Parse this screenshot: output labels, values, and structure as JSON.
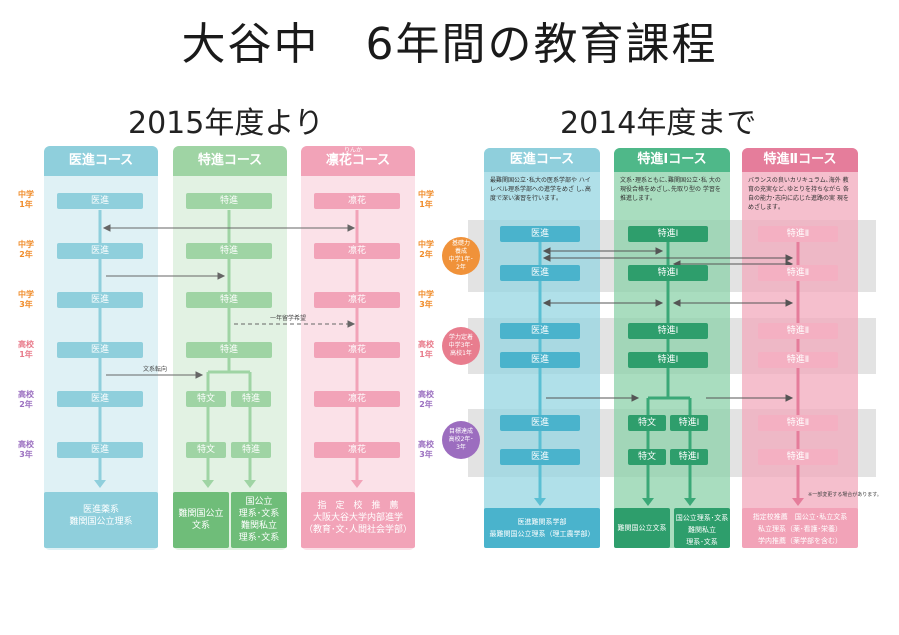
{
  "main_title": "大谷中　6年間の教育課程",
  "left": {
    "title": "2015年度より",
    "cols": [
      {
        "head": "医進コース",
        "color": "#8fcfdc",
        "dark": "#6bbcd0",
        "boxes": [
          "医進",
          "医進",
          "医進",
          "医進",
          "医進",
          "医進"
        ],
        "foot": [
          "医進薬系",
          "難関国公立理系"
        ]
      },
      {
        "head": "特進コース",
        "color": "#9fd4a4",
        "dark": "#6fbd79",
        "boxes": [
          "特進",
          "特進",
          "特進",
          "特進"
        ],
        "split": [
          [
            "特文",
            "特進"
          ],
          [
            "特文",
            "特進"
          ]
        ],
        "foot1": [
          "難関国公立",
          "文系"
        ],
        "foot2": [
          "国公立",
          "理系･文系",
          "難関私立",
          "理系･文系"
        ]
      },
      {
        "head": "凛花コース",
        "color": "#f2a3b8",
        "dark": "#e57d9b",
        "ruby": "りんか",
        "boxes": [
          "凛花",
          "凛花",
          "凛花",
          "凛花",
          "凛花",
          "凛花"
        ],
        "foot": [
          "指　定　校　推　薦",
          "大阪大谷大学内部進学",
          "（教育･文･人間社会学部）"
        ]
      }
    ],
    "rows": [
      [
        "中学",
        "1年"
      ],
      [
        "中学",
        "2年"
      ],
      [
        "中学",
        "3年"
      ],
      [
        "高校",
        "1年"
      ],
      [
        "高校",
        "2年"
      ],
      [
        "高校",
        "3年"
      ]
    ],
    "row_colors": [
      "#f08c2a",
      "#f08c2a",
      "#f08c2a",
      "#e87a8a",
      "#9b6fc0",
      "#9b6fc0"
    ],
    "note_move": "一年留学希望",
    "note_switch": "文系転向"
  },
  "right": {
    "title": "2014年度まで",
    "cols": [
      {
        "head": "医進コース",
        "desc": "最難関国公立･私大の医系学部や ハイレベル理系学部への進学をめざ し､高度で深い演習を行います｡",
        "boxes": [
          "医進",
          "医進",
          "医進",
          "医進",
          "医進",
          "医進"
        ],
        "foot": [
          "医進難関系学部",
          "最難関国公立理系（理工農学部）"
        ]
      },
      {
        "head": "特進Ⅰコース",
        "desc": "文系･理系ともに､難関国公立･私 大の現役合格をめざし､先取り型の 学習を推進します｡",
        "boxes": [
          "特進Ⅰ",
          "特進Ⅰ",
          "特進Ⅰ",
          "特進Ⅰ"
        ],
        "split": [
          [
            "特文",
            "特進Ⅰ"
          ],
          [
            "特文",
            "特進Ⅰ"
          ]
        ],
        "foot1": [
          "難関国公立文系"
        ],
        "foot2": [
          "国公立理系･文系",
          "難関私立",
          "理系･文系"
        ]
      },
      {
        "head": "特進Ⅱコース",
        "desc": "バランスの良いカリキュラム､海外 教育の充実など､ゆとりを持ちながら 各自の能力･志向に応じた進路の実 現をめざします｡",
        "boxes": [
          "特進Ⅱ",
          "特進Ⅱ",
          "特進Ⅱ",
          "特進Ⅱ",
          "特進Ⅱ",
          "特進Ⅱ"
        ],
        "foot": [
          "指定校推薦　国公立･私立文系",
          "私立理系（薬･看護･栄養）",
          "学内推薦（薬学部を含む）"
        ]
      }
    ],
    "circles": [
      {
        "lines": [
          "基礎力",
          "養成",
          "中学1年･",
          "2年"
        ],
        "color": "#f0923a"
      },
      {
        "lines": [
          "学力定着",
          "中学3年･",
          "高校1年"
        ],
        "color": "#e87d8e"
      },
      {
        "lines": [
          "目標達成",
          "高校2年･",
          "3年"
        ],
        "color": "#9c6dbf"
      }
    ],
    "tiny_note": "※一部変更する場合があります。"
  }
}
